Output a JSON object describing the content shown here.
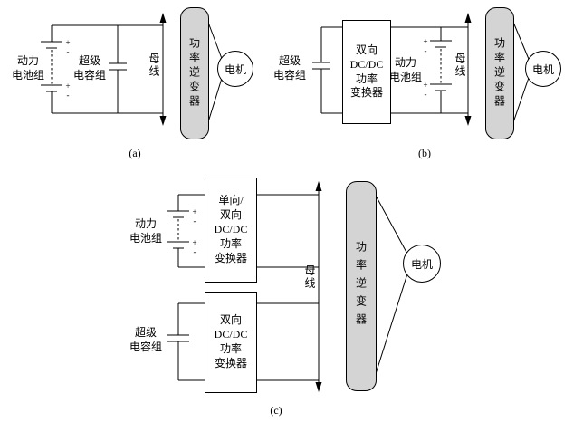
{
  "symbols": {
    "plus": "+",
    "minus": "-"
  },
  "colors": {
    "inverter_fill": "#d4d4d4",
    "line": "#000000",
    "background": "#ffffff"
  },
  "panels": {
    "a": {
      "caption": "(a)",
      "battery_label": "动力\n电池组",
      "capacitor_label": "超级\n电容组",
      "bus_label": "母线",
      "inverter_label": "功率逆变器",
      "motor_label": "电机"
    },
    "b": {
      "caption": "(b)",
      "capacitor_label": "超级\n电容组",
      "converter_label": "双向\nDC/DC\n功率\n变换器",
      "battery_label": "动力\n电池组",
      "bus_label": "母线",
      "inverter_label": "功率逆变器",
      "motor_label": "电机"
    },
    "c": {
      "caption": "(c)",
      "battery_label": "动力\n电池组",
      "converter1_label": "单向/\n双向\nDC/DC\n功率\n变换器",
      "capacitor_label": "超级\n电容组",
      "converter2_label": "双向\nDC/DC\n功率\n变换器",
      "bus_label": "母线",
      "inverter_label": "功率逆变器",
      "motor_label": "电机"
    }
  }
}
